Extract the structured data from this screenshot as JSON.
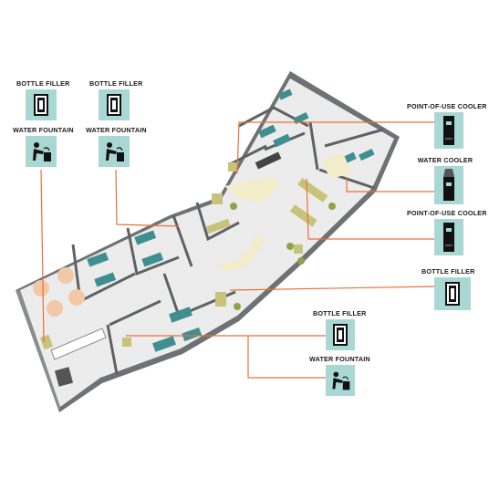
{
  "colors": {
    "tile": "#a9d8d4",
    "leader": "#e8703a",
    "wall": "#6f7274",
    "floor": "#ececec",
    "bed": "#3f8f91",
    "furniture": "#c8c27a"
  },
  "callouts": {
    "tl_bottle": "BOTTLE FILLER",
    "tl_fountain": "WATER FOUNTAIN",
    "tc_bottle": "BOTTLE FILLER",
    "tc_fountain": "WATER FOUNTAIN",
    "r_pou1": "POINT-OF-USE COOLER",
    "r_cooler": "WATER COOLER",
    "r_pou2": "POINT-OF-USE COOLER",
    "r_bottle": "BOTTLE FILLER",
    "b_bottle": "BOTTLE FILLER",
    "b_fountain": "WATER FOUNTAIN"
  },
  "icons": {
    "tl_bottle": "bottle-filler-icon",
    "tl_fountain": "water-fountain-icon",
    "tc_bottle": "bottle-filler-icon",
    "tc_fountain": "water-fountain-icon",
    "r_pou1": "point-of-use-cooler-icon",
    "r_cooler": "water-cooler-icon",
    "r_pou2": "point-of-use-cooler-icon",
    "r_bottle": "bottle-filler-icon",
    "b_bottle": "bottle-filler-icon",
    "b_fountain": "water-fountain-icon"
  }
}
